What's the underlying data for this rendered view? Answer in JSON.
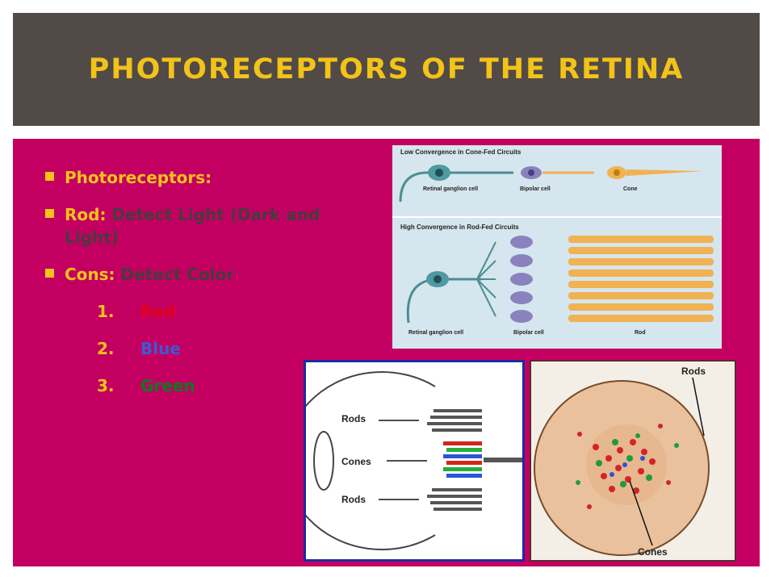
{
  "title": "PHOTORECEPTORS OF THE RETINA",
  "bullets": [
    {
      "label": "Photoreceptors:",
      "detail": ""
    },
    {
      "label": "Rod:",
      "detail": "Detect Light (Dark and Light)"
    },
    {
      "label": "Cons:",
      "detail": "Detect Color"
    }
  ],
  "colors_list": [
    {
      "num": "1.",
      "name": "Red",
      "color": "#e2001a"
    },
    {
      "num": "2.",
      "name": "Blue",
      "color": "#3b5bd6"
    },
    {
      "num": "3.",
      "name": "Green",
      "color": "#0b7a20"
    }
  ],
  "fig_circuits": {
    "top_title": "Low Convergence in Cone-Fed Circuits",
    "top_labels": {
      "ganglion": "Retinal ganglion cell",
      "bipolar": "Bipolar cell",
      "receptor": "Cone"
    },
    "bottom_title": "High Convergence in Rod-Fed Circuits",
    "bottom_labels": {
      "ganglion": "Retinal ganglion cell",
      "bipolar": "Bipolar cell",
      "receptor": "Rod"
    }
  },
  "fig_eye": {
    "rods_top": "Rods",
    "cones": "Cones",
    "rods_bottom": "Rods"
  },
  "fig_fovea": {
    "rods": "Rods",
    "cones": "Cones"
  }
}
